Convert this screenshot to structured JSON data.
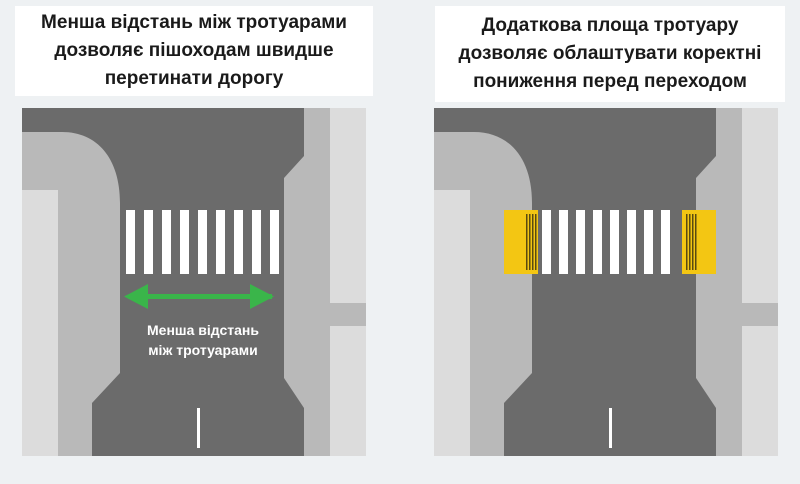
{
  "left_panel": {
    "caption_lines": [
      "Менша відстань між тротуарами",
      "дозволяє пішоходам швидше",
      "перетинати дорогу"
    ],
    "arrow_label_lines": [
      "Менша відстань",
      "між тротуарами"
    ]
  },
  "right_panel": {
    "caption_lines": [
      "Додаткова площа тротуару",
      "дозволяє облаштувати коректні",
      "пониження перед переходом"
    ]
  },
  "colors": {
    "road": "#6b6b6b",
    "sidewalk": "#b9b9b9",
    "curb_light": "#dcdcdc",
    "marking": "#ffffff",
    "arrow": "#3ab54a",
    "tactile_paving": "#f3c613",
    "tactile_ridges": "#5a4a10"
  },
  "icons": [
    "double-arrow-icon",
    "tactile-paving-icon"
  ]
}
